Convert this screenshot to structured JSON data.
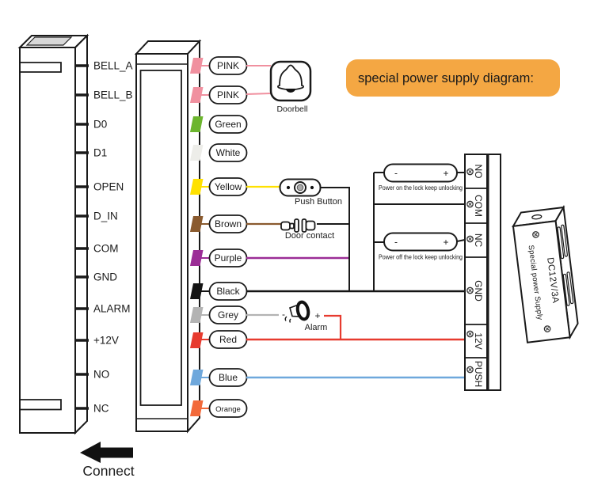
{
  "banner": {
    "label": "special power supply diagram:",
    "bg_color": "#F4A743"
  },
  "connect_label": "Connect",
  "rows": [
    {
      "terminal": "BELL_A",
      "wire": "PINK",
      "color": "#F0909F"
    },
    {
      "terminal": "BELL_B",
      "wire": "PINK",
      "color": "#F0909F"
    },
    {
      "terminal": "D0",
      "wire": "Green",
      "color": "#6CB52E"
    },
    {
      "terminal": "D1",
      "wire": "White",
      "color": "#EDEDE9"
    },
    {
      "terminal": "OPEN",
      "wire": "Yellow",
      "color": "#FFE100"
    },
    {
      "terminal": "D_IN",
      "wire": "Brown",
      "color": "#8A5A2E"
    },
    {
      "terminal": "COM",
      "wire": "Purple",
      "color": "#9B2D96"
    },
    {
      "terminal": "GND",
      "wire": "Black",
      "color": "#141414"
    },
    {
      "terminal": "ALARM",
      "wire": "Grey",
      "color": "#B3B3B3"
    },
    {
      "terminal": "+12V",
      "wire": "Red",
      "color": "#E73B2F"
    },
    {
      "terminal": "NO",
      "wire": "Blue",
      "color": "#6FA8DC"
    },
    {
      "terminal": "NC",
      "wire": "Orange",
      "color": "#F2693A"
    }
  ],
  "devices": {
    "doorbell": {
      "label": "Doorbell"
    },
    "push_button": {
      "label": "Push Button"
    },
    "door_contact": {
      "label": "Door contact"
    },
    "alarm": {
      "label": "Alarm",
      "minus": "-",
      "plus": "+"
    }
  },
  "locks": [
    {
      "minus": "-",
      "plus": "+",
      "caption": "Power on the lock keep unlocking"
    },
    {
      "minus": "-",
      "plus": "+",
      "caption": "Power off the lock keep unlocking"
    }
  ],
  "terminal_block": {
    "labels": [
      "NO",
      "COM",
      "NC",
      "GND",
      "12V",
      "PUSH"
    ]
  },
  "power_supply": {
    "model": "DC12V/3A",
    "name": "Special power Supply"
  },
  "icons": {
    "doorbell": "bell",
    "push_button": "round-button",
    "door_contact": "magnetic-contact",
    "alarm": "siren-horn",
    "connect": "left-arrow",
    "terminal_screw": "screw"
  }
}
